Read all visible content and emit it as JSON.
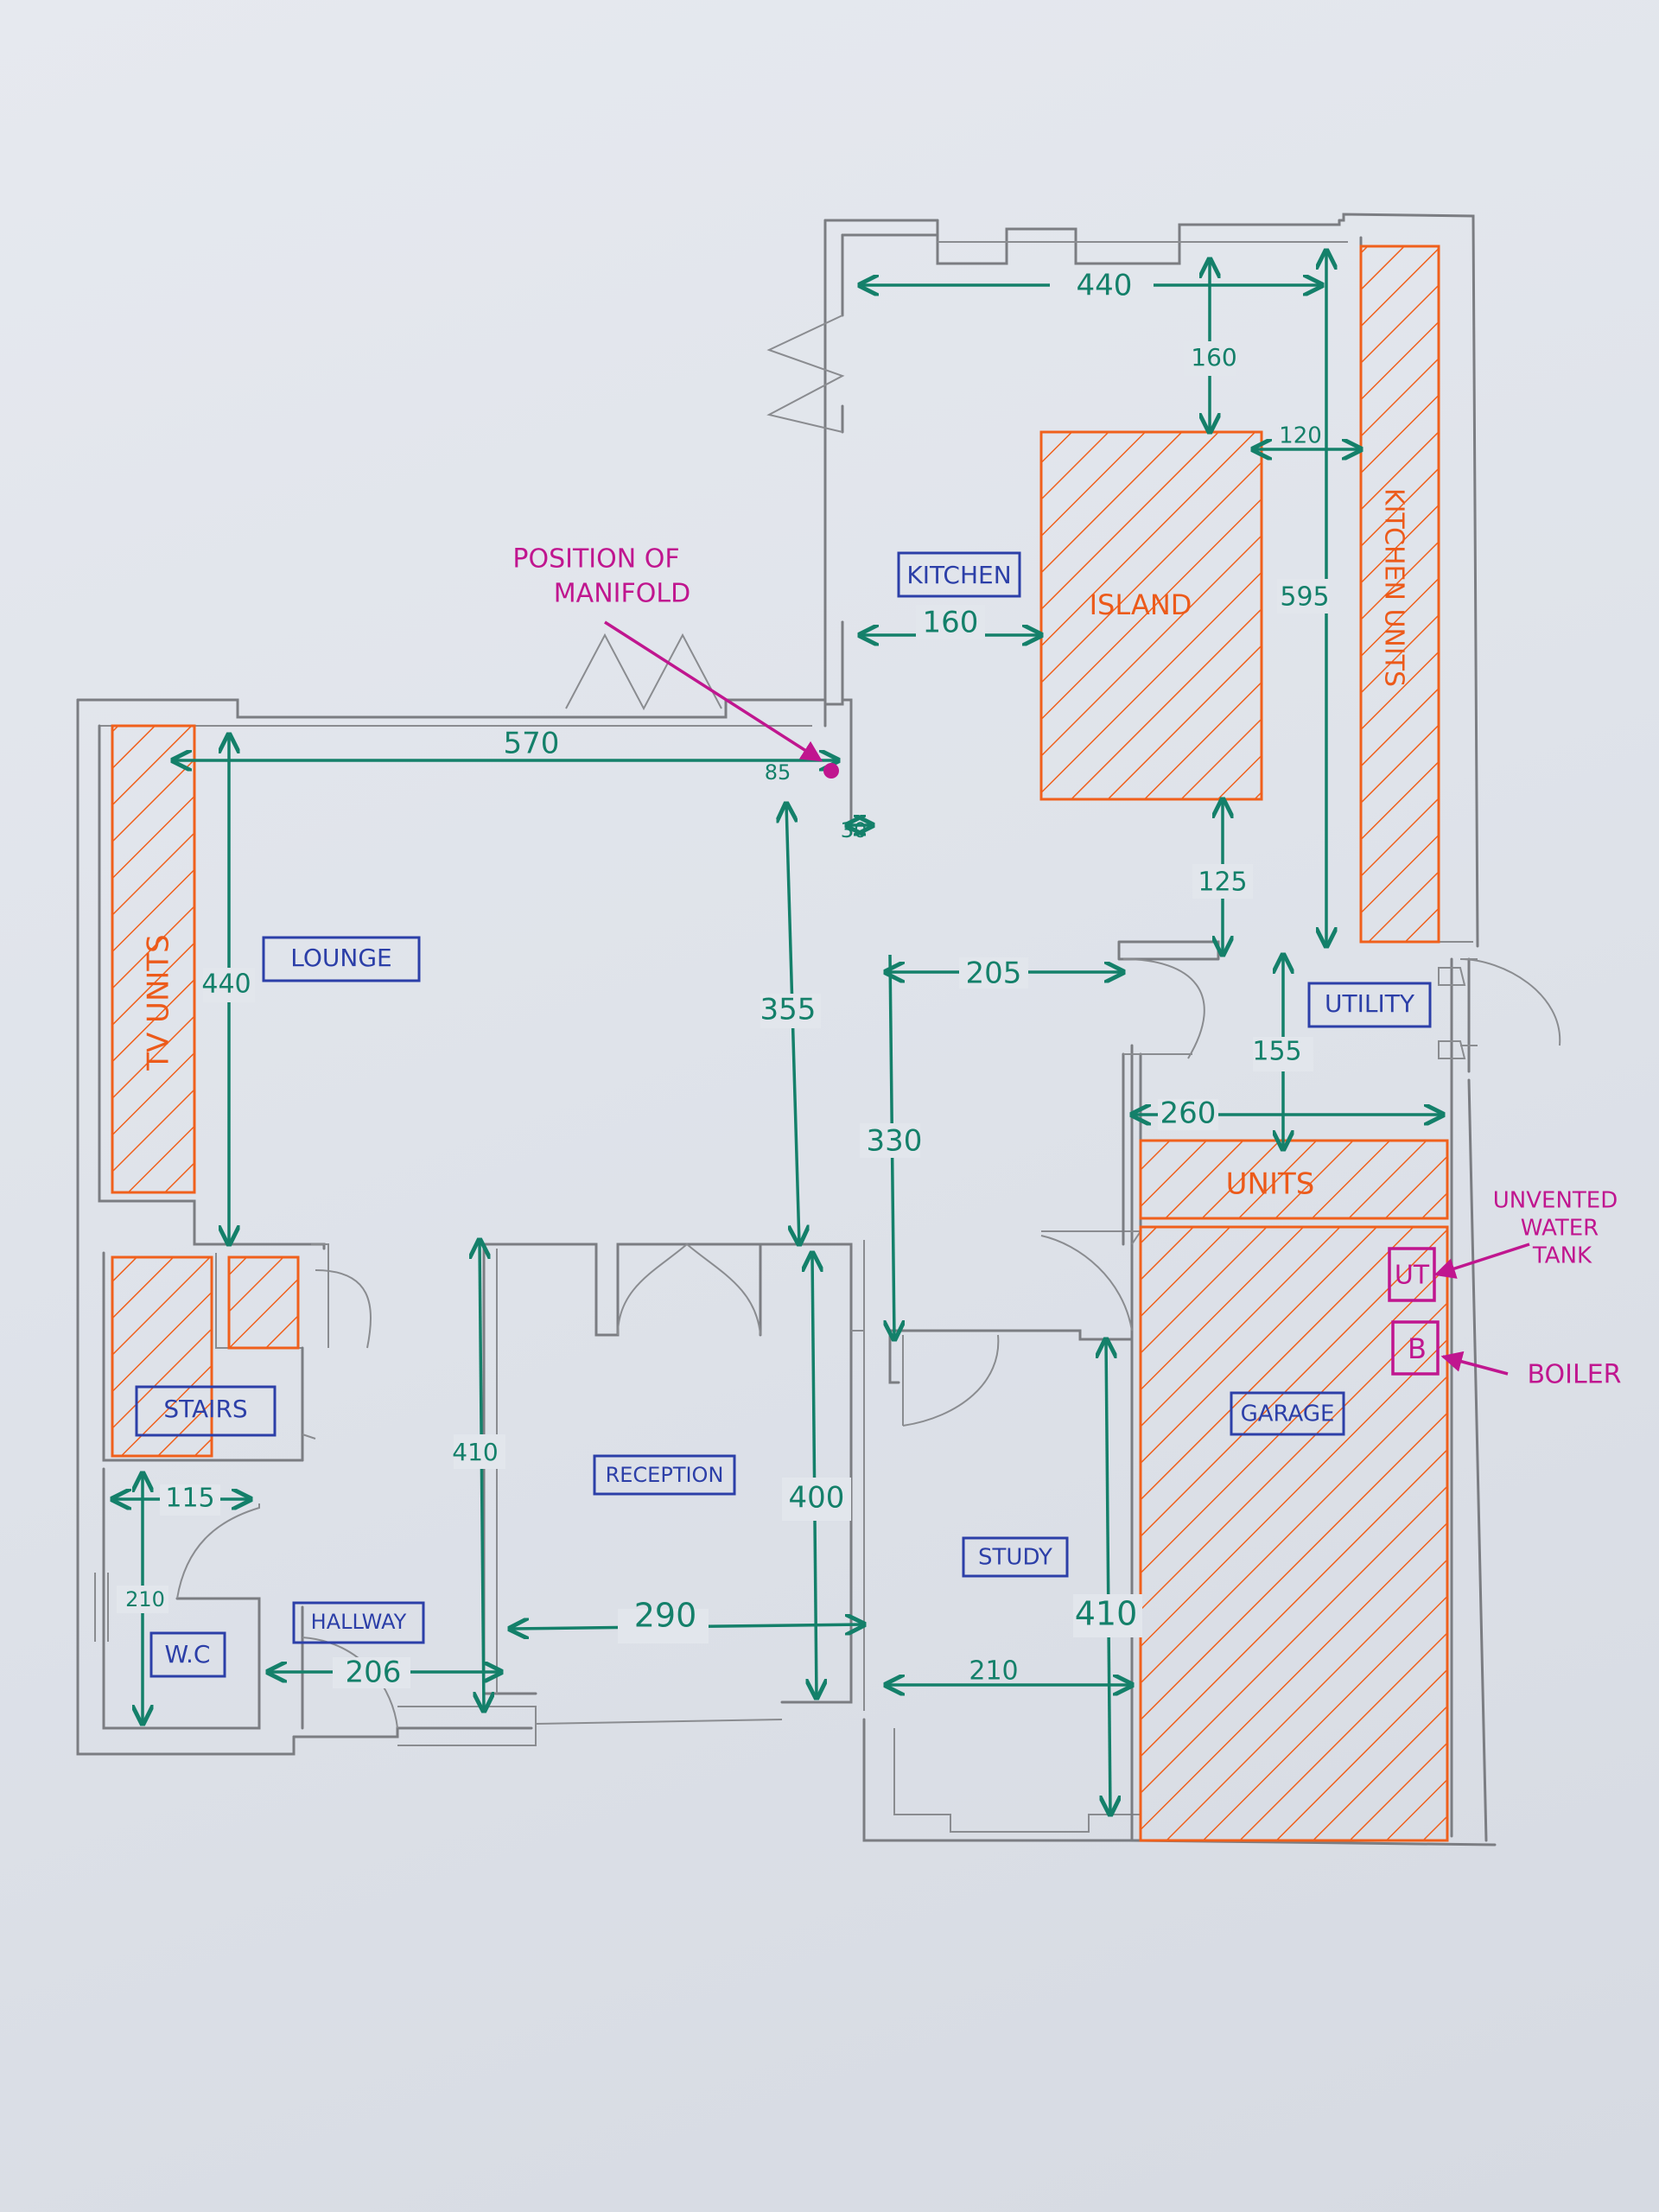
{
  "colors": {
    "walls": "#7b7d82",
    "dimensions": "#14806a",
    "room_labels": "#2c3fa8",
    "units_hatch": "#f0601c",
    "annotations": "#c0168f",
    "paper": "#e3e6ec"
  },
  "rooms": {
    "kitchen": "KITCHEN",
    "lounge": "LOUNGE",
    "utility": "UTILITY",
    "stairs": "STAIRS",
    "reception": "RECEPTION",
    "study": "STUDY",
    "garage": "GARAGE",
    "hallway": "HALLWAY",
    "wc": "W.C"
  },
  "units": {
    "island": "ISLAND",
    "kitchen_units": "KITCHEN UNITS",
    "tv_units": "TV UNITS",
    "units": "UNITS"
  },
  "annotations": {
    "manifold_line1": "POSITION OF",
    "manifold_line2": "MANIFOLD",
    "water_tank_line1": "UNVENTED",
    "water_tank_line2": "WATER",
    "water_tank_line3": "TANK",
    "boiler": "BOILER",
    "ut_symbol": "UT",
    "b_symbol": "B"
  },
  "dimensions": {
    "kitchen_width": "440",
    "island_to_wall": "160",
    "island_to_units": "120",
    "kitchen_length": "595",
    "kitchen_to_island": "160",
    "island_to_utility": "125",
    "lounge_width": "570",
    "manifold_offset": "85",
    "manifold_wall": "30",
    "lounge_depth": "440",
    "lounge_to_reception": "355",
    "hall_to_utility": "205",
    "hall_depth": "330",
    "utility_depth": "155",
    "utility_width": "260",
    "reception_depth_left": "410",
    "reception_depth_right": "400",
    "reception_width": "290",
    "wc_width": "115",
    "wc_depth": "210",
    "hallway_width": "206",
    "study_width": "210",
    "study_depth": "410"
  }
}
